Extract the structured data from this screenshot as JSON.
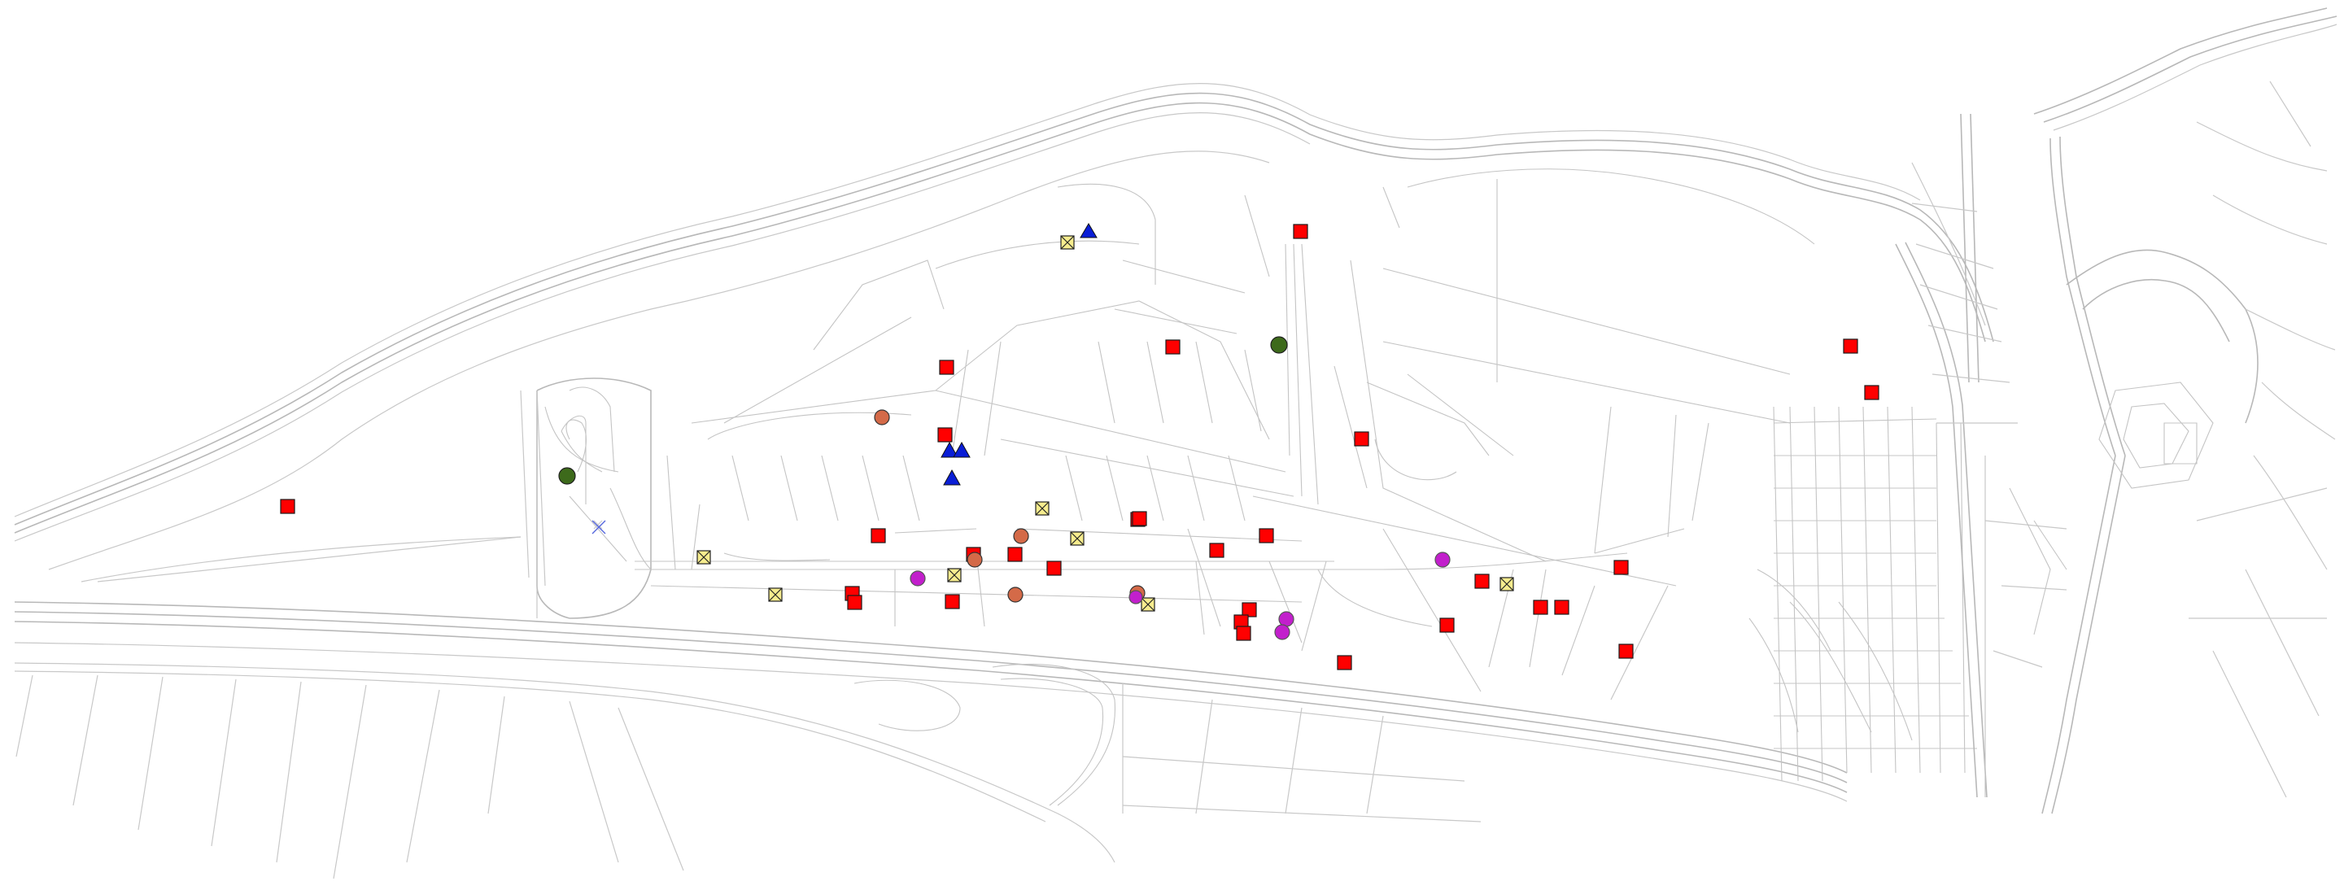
{
  "map": {
    "colors": {
      "background": "#ffffff",
      "street": "#b8b8b8",
      "square_marker": "#ff0000",
      "box_marker": "#f6ec8e",
      "brown_marker": "#d46a48",
      "magenta_marker": "#c21fcc",
      "green_marker": "#3d6a1b",
      "triangle_marker": "#0a1ed6"
    },
    "marker_types": [
      "red-square",
      "yellow-crossed-box",
      "brown-circle",
      "magenta-circle",
      "green-circle",
      "blue-triangle",
      "blue-cross"
    ]
  }
}
